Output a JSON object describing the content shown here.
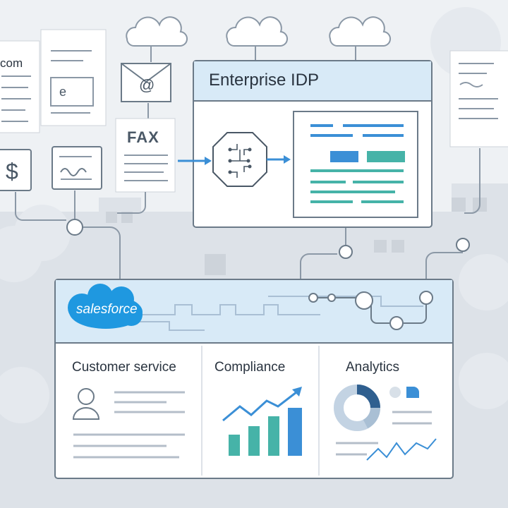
{
  "idp": {
    "title": "Enterprise IDP"
  },
  "inputs": {
    "fax_label": "FAX",
    "email_symbol": "@",
    "currency_symbol": "$",
    "partial_text": "com"
  },
  "salesforce": {
    "logo_text": "salesforce",
    "sections": [
      {
        "title": "Customer service",
        "icon": "user-icon"
      },
      {
        "title": "Compliance",
        "icon": "bar-chart-icon"
      },
      {
        "title": "Analytics",
        "icon": "donut-chart-icon"
      }
    ]
  },
  "colors": {
    "accent_blue": "#3b8fd6",
    "accent_teal": "#46b3a8",
    "salesforce_blue": "#1f98e0",
    "line": "#8b98a6"
  }
}
